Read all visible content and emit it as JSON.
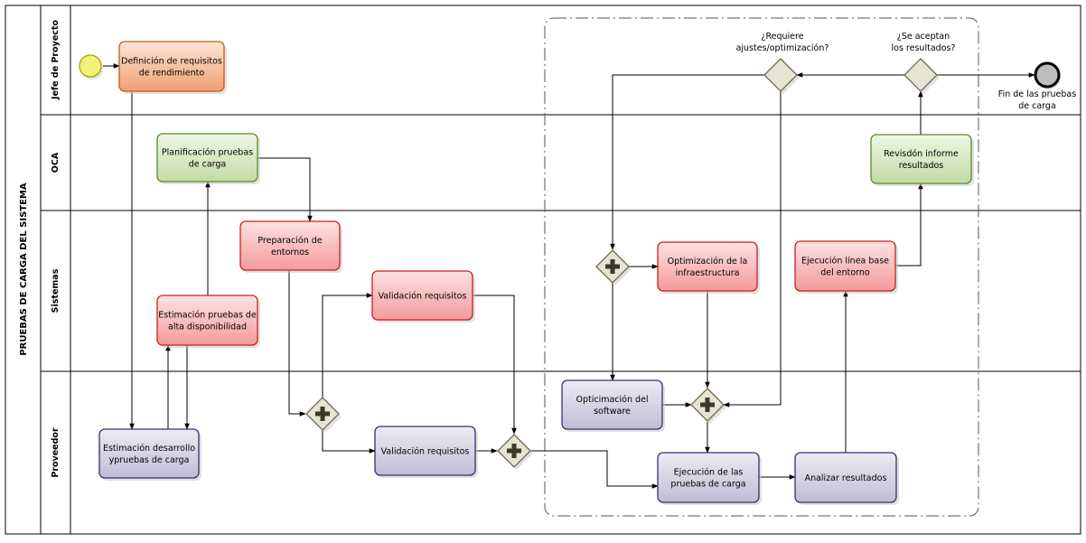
{
  "pool": {
    "title": "PRUEBAS DE CARGA DEL SISTEMA"
  },
  "lanes": [
    {
      "id": "jefe",
      "label": "Jefe de Proyecto"
    },
    {
      "id": "oca",
      "label": "OCA"
    },
    {
      "id": "sistemas",
      "label": "Sistemas"
    },
    {
      "id": "proveedor",
      "label": "Proveedor"
    }
  ],
  "tasks": [
    {
      "id": "t_def",
      "lines": [
        "Definición de requisitos",
        "de rendimiento"
      ],
      "color": "orange"
    },
    {
      "id": "t_plan",
      "lines": [
        "Planificación pruebas",
        "de carga"
      ],
      "color": "green"
    },
    {
      "id": "t_rev",
      "lines": [
        "Revisdón informe",
        "resultados"
      ],
      "color": "green"
    },
    {
      "id": "t_prep",
      "lines": [
        "Preparación de",
        "entornos"
      ],
      "color": "red"
    },
    {
      "id": "t_est_alta",
      "lines": [
        "Estimación pruebas de",
        "alta disponibilidad"
      ],
      "color": "red"
    },
    {
      "id": "t_val_sis",
      "lines": [
        "Validación requisitos"
      ],
      "color": "red"
    },
    {
      "id": "t_opt_inf",
      "lines": [
        "Optimización de la",
        "infraestructura"
      ],
      "color": "red"
    },
    {
      "id": "t_ejec_base",
      "lines": [
        "Ejecución línea base",
        "del entorno"
      ],
      "color": "red"
    },
    {
      "id": "t_est_des",
      "lines": [
        "Estimación desarrollo",
        "ypruebas de carga"
      ],
      "color": "purple"
    },
    {
      "id": "t_val_prov",
      "lines": [
        "Validación requisitos"
      ],
      "color": "purple"
    },
    {
      "id": "t_opt_sw",
      "lines": [
        "Opticimación del",
        "software"
      ],
      "color": "purple"
    },
    {
      "id": "t_ejec_pc",
      "lines": [
        "Ejecución de las",
        "pruebas de carga"
      ],
      "color": "purple"
    },
    {
      "id": "t_anal",
      "lines": [
        "Analizar resultados"
      ],
      "color": "purple"
    }
  ],
  "gateways": [
    {
      "id": "g_ajustes",
      "type": "exclusive",
      "label_lines": [
        "¿Requiere",
        "ajustes/optimización?"
      ]
    },
    {
      "id": "g_aceptan",
      "type": "exclusive",
      "label_lines": [
        "¿Se aceptan",
        "los resultados?"
      ]
    },
    {
      "id": "g_par_sis",
      "type": "parallel"
    },
    {
      "id": "g_par_prov1",
      "type": "parallel"
    },
    {
      "id": "g_par_prov2",
      "type": "parallel"
    },
    {
      "id": "g_par_prov3",
      "type": "parallel"
    }
  ],
  "events": {
    "start": {
      "label": ""
    },
    "end": {
      "label_lines": [
        "Fin de las pruebas",
        "de carga"
      ]
    }
  },
  "colors": {
    "orange": {
      "top": "#fde6d6",
      "bottom": "#f0a070",
      "stroke": "#c85a14"
    },
    "green": {
      "top": "#eef6e4",
      "bottom": "#c3dca5",
      "stroke": "#5a8a28"
    },
    "red": {
      "top": "#fde2e2",
      "bottom": "#f49a9a",
      "stroke": "#cc1e1e"
    },
    "purple": {
      "top": "#ecebf4",
      "bottom": "#bfbdd6",
      "stroke": "#3e2c6c"
    },
    "start_fill": "#f2f27a",
    "start_stroke": "#a6a600",
    "end_fill": "#bdbdbd",
    "gateway_fill": "#e6e4d2",
    "gateway_stroke": "#6e6a52"
  }
}
